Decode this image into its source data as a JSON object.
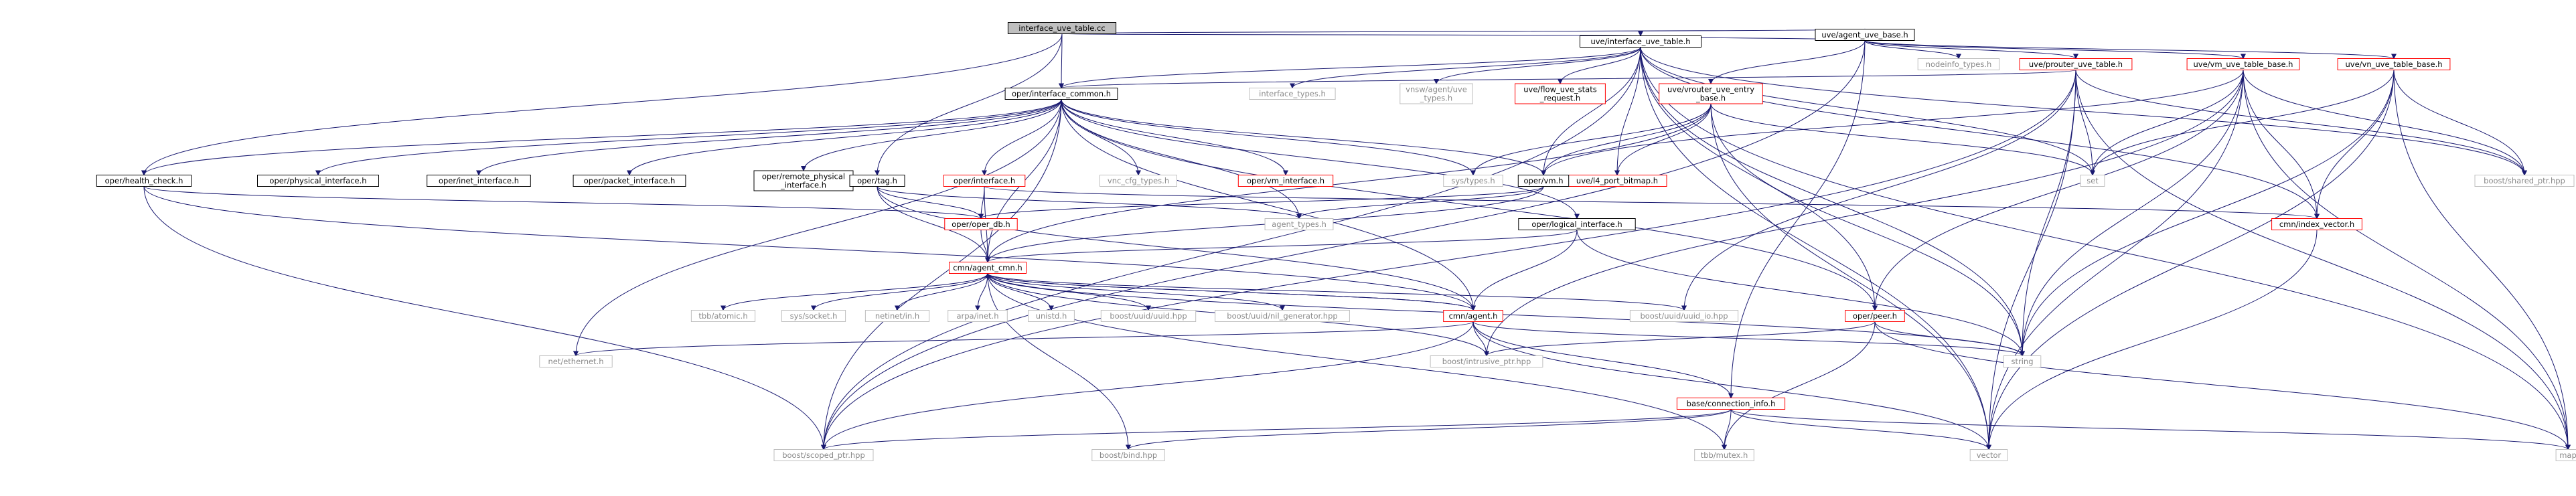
{
  "graph": {
    "title": "interface_uve_table.cc",
    "nodes": [
      {
        "id": "root",
        "label": "interface_uve_table.cc",
        "style": "root"
      },
      {
        "id": "agent_uve_base",
        "label": "uve/agent_uve_base.h",
        "style": "normal"
      },
      {
        "id": "iface_uve_table_h",
        "label": "uve/interface_uve_table.h",
        "style": "normal"
      },
      {
        "id": "nodeinfo",
        "label": "nodeinfo_types.h",
        "style": "plain"
      },
      {
        "id": "prouter_uve",
        "label": "uve/prouter_uve_table.h",
        "style": "red"
      },
      {
        "id": "vm_uve_base",
        "label": "uve/vm_uve_table_base.h",
        "style": "red"
      },
      {
        "id": "vn_uve_base",
        "label": "uve/vn_uve_table_base.h",
        "style": "red"
      },
      {
        "id": "vrouter_uve_entry",
        "label": [
          "uve/vrouter_uve_entry",
          "_base.h"
        ],
        "style": "red"
      },
      {
        "id": "oper_iface_common",
        "label": "oper/interface_common.h",
        "style": "normal"
      },
      {
        "id": "iface_types",
        "label": "interface_types.h",
        "style": "plain"
      },
      {
        "id": "vnsw_agent_uve",
        "label": [
          "vnsw/agent/uve",
          "_types.h"
        ],
        "style": "plain"
      },
      {
        "id": "flow_uve_stats",
        "label": [
          "uve/flow_uve_stats",
          "_request.h"
        ],
        "style": "red"
      },
      {
        "id": "l4_port_bitmap",
        "label": "uve/l4_port_bitmap.h",
        "style": "red"
      },
      {
        "id": "set",
        "label": "set",
        "style": "plain"
      },
      {
        "id": "shared_ptr",
        "label": "boost/shared_ptr.hpp",
        "style": "plain"
      },
      {
        "id": "health_check",
        "label": "oper/health_check.h",
        "style": "normal"
      },
      {
        "id": "physical_iface",
        "label": "oper/physical_interface.h",
        "style": "normal"
      },
      {
        "id": "inet_iface",
        "label": "oper/inet_interface.h",
        "style": "normal"
      },
      {
        "id": "packet_iface",
        "label": "oper/packet_interface.h",
        "style": "normal"
      },
      {
        "id": "remote_physical",
        "label": [
          "oper/remote_physical",
          "_interface.h"
        ],
        "style": "normal"
      },
      {
        "id": "oper_tag",
        "label": "oper/tag.h",
        "style": "normal"
      },
      {
        "id": "oper_interface",
        "label": "oper/interface.h",
        "style": "red"
      },
      {
        "id": "vnc_cfg",
        "label": "vnc_cfg_types.h",
        "style": "plain"
      },
      {
        "id": "vm_interface",
        "label": "oper/vm_interface.h",
        "style": "red"
      },
      {
        "id": "sys_types",
        "label": "sys/types.h",
        "style": "plain"
      },
      {
        "id": "oper_vm",
        "label": "oper/vm.h",
        "style": "normal"
      },
      {
        "id": "index_vector",
        "label": "cmn/index_vector.h",
        "style": "red"
      },
      {
        "id": "oper_db",
        "label": "oper/oper_db.h",
        "style": "red"
      },
      {
        "id": "agent_types",
        "label": "agent_types.h",
        "style": "plain"
      },
      {
        "id": "logical_iface",
        "label": "oper/logical_interface.h",
        "style": "normal"
      },
      {
        "id": "agent_cmn",
        "label": "cmn/agent_cmn.h",
        "style": "red"
      },
      {
        "id": "tbb_atomic",
        "label": "tbb/atomic.h",
        "style": "plain"
      },
      {
        "id": "sys_socket",
        "label": "sys/socket.h",
        "style": "plain"
      },
      {
        "id": "netinet_in",
        "label": "netinet/in.h",
        "style": "plain"
      },
      {
        "id": "arpa_inet",
        "label": "arpa/inet.h",
        "style": "plain"
      },
      {
        "id": "unistd",
        "label": "unistd.h",
        "style": "plain"
      },
      {
        "id": "uuid_hpp",
        "label": "boost/uuid/uuid.hpp",
        "style": "plain"
      },
      {
        "id": "nil_gen",
        "label": "boost/uuid/nil_generator.hpp",
        "style": "plain"
      },
      {
        "id": "cmn_agent",
        "label": "cmn/agent.h",
        "style": "red"
      },
      {
        "id": "uuid_io",
        "label": "boost/uuid/uuid_io.hpp",
        "style": "plain"
      },
      {
        "id": "oper_peer",
        "label": "oper/peer.h",
        "style": "red"
      },
      {
        "id": "net_ethernet",
        "label": "net/ethernet.h",
        "style": "plain"
      },
      {
        "id": "intrusive_ptr",
        "label": "boost/intrusive_ptr.hpp",
        "style": "plain"
      },
      {
        "id": "conn_info",
        "label": "base/connection_info.h",
        "style": "red"
      },
      {
        "id": "string",
        "label": "string",
        "style": "plain"
      },
      {
        "id": "scoped_ptr",
        "label": "boost/scoped_ptr.hpp",
        "style": "plain"
      },
      {
        "id": "bind",
        "label": "boost/bind.hpp",
        "style": "plain"
      },
      {
        "id": "tbb_mutex",
        "label": "tbb/mutex.h",
        "style": "plain"
      },
      {
        "id": "vector",
        "label": "vector",
        "style": "plain"
      },
      {
        "id": "map",
        "label": "map",
        "style": "plain"
      }
    ],
    "edges": [
      [
        "root",
        "agent_uve_base"
      ],
      [
        "root",
        "iface_uve_table_h"
      ],
      [
        "root",
        "oper_iface_common"
      ],
      [
        "root",
        "oper_tag"
      ],
      [
        "root",
        "health_check"
      ],
      [
        "agent_uve_base",
        "iface_uve_table_h"
      ],
      [
        "agent_uve_base",
        "nodeinfo"
      ],
      [
        "agent_uve_base",
        "prouter_uve"
      ],
      [
        "agent_uve_base",
        "vm_uve_base"
      ],
      [
        "agent_uve_base",
        "vn_uve_base"
      ],
      [
        "agent_uve_base",
        "vrouter_uve_entry"
      ],
      [
        "agent_uve_base",
        "conn_info"
      ],
      [
        "agent_uve_base",
        "scoped_ptr"
      ],
      [
        "iface_uve_table_h",
        "oper_iface_common"
      ],
      [
        "iface_uve_table_h",
        "iface_types"
      ],
      [
        "iface_uve_table_h",
        "vnsw_agent_uve"
      ],
      [
        "iface_uve_table_h",
        "flow_uve_stats"
      ],
      [
        "iface_uve_table_h",
        "l4_port_bitmap"
      ],
      [
        "iface_uve_table_h",
        "set"
      ],
      [
        "iface_uve_table_h",
        "shared_ptr"
      ],
      [
        "iface_uve_table_h",
        "index_vector"
      ],
      [
        "iface_uve_table_h",
        "string"
      ],
      [
        "iface_uve_table_h",
        "vector"
      ],
      [
        "iface_uve_table_h",
        "map"
      ],
      [
        "iface_uve_table_h",
        "oper_vm"
      ],
      [
        "iface_uve_table_h",
        "oper_peer"
      ],
      [
        "iface_uve_table_h",
        "scoped_ptr"
      ],
      [
        "prouter_uve",
        "oper_iface_common"
      ],
      [
        "prouter_uve",
        "set"
      ],
      [
        "prouter_uve",
        "string"
      ],
      [
        "prouter_uve",
        "map"
      ],
      [
        "prouter_uve",
        "vector"
      ],
      [
        "prouter_uve",
        "shared_ptr"
      ],
      [
        "prouter_uve",
        "uuid_io"
      ],
      [
        "prouter_uve",
        "scoped_ptr"
      ],
      [
        "vm_uve_base",
        "set"
      ],
      [
        "vm_uve_base",
        "string"
      ],
      [
        "vm_uve_base",
        "oper_vm"
      ],
      [
        "vm_uve_base",
        "index_vector"
      ],
      [
        "vm_uve_base",
        "shared_ptr"
      ],
      [
        "vm_uve_base",
        "oper_peer"
      ],
      [
        "vm_uve_base",
        "vector"
      ],
      [
        "vm_uve_base",
        "map"
      ],
      [
        "vm_uve_base",
        "intrusive_ptr"
      ],
      [
        "vn_uve_base",
        "set"
      ],
      [
        "vn_uve_base",
        "string"
      ],
      [
        "vn_uve_base",
        "index_vector"
      ],
      [
        "vn_uve_base",
        "vector"
      ],
      [
        "vn_uve_base",
        "map"
      ],
      [
        "vn_uve_base",
        "shared_ptr"
      ],
      [
        "vrouter_uve_entry",
        "set"
      ],
      [
        "vrouter_uve_entry",
        "string"
      ],
      [
        "vrouter_uve_entry",
        "vector"
      ],
      [
        "vrouter_uve_entry",
        "l4_port_bitmap"
      ],
      [
        "vrouter_uve_entry",
        "sys_types"
      ],
      [
        "vrouter_uve_entry",
        "agent_cmn"
      ],
      [
        "vrouter_uve_entry",
        "oper_vm"
      ],
      [
        "oper_iface_common",
        "health_check"
      ],
      [
        "oper_iface_common",
        "physical_iface"
      ],
      [
        "oper_iface_common",
        "inet_iface"
      ],
      [
        "oper_iface_common",
        "packet_iface"
      ],
      [
        "oper_iface_common",
        "remote_physical"
      ],
      [
        "oper_iface_common",
        "oper_interface"
      ],
      [
        "oper_iface_common",
        "vnc_cfg"
      ],
      [
        "oper_iface_common",
        "vm_interface"
      ],
      [
        "oper_iface_common",
        "sys_types"
      ],
      [
        "oper_iface_common",
        "oper_vm"
      ],
      [
        "oper_iface_common",
        "logical_iface"
      ],
      [
        "oper_iface_common",
        "agent_cmn"
      ],
      [
        "oper_iface_common",
        "cmn_agent"
      ],
      [
        "oper_iface_common",
        "agent_types"
      ],
      [
        "oper_iface_common",
        "net_ethernet"
      ],
      [
        "oper_iface_common",
        "scoped_ptr"
      ],
      [
        "oper_iface_common",
        "oper_peer"
      ],
      [
        "health_check",
        "oper_db"
      ],
      [
        "health_check",
        "cmn_agent"
      ],
      [
        "health_check",
        "scoped_ptr"
      ],
      [
        "oper_tag",
        "oper_db"
      ],
      [
        "oper_tag",
        "agent_cmn"
      ],
      [
        "oper_tag",
        "agent_types"
      ],
      [
        "oper_tag",
        "cmn_agent"
      ],
      [
        "oper_interface",
        "oper_db"
      ],
      [
        "oper_interface",
        "index_vector"
      ],
      [
        "oper_interface",
        "agent_cmn"
      ],
      [
        "oper_vm",
        "agent_types"
      ],
      [
        "oper_vm",
        "oper_db"
      ],
      [
        "oper_vm",
        "agent_cmn"
      ],
      [
        "oper_db",
        "agent_cmn"
      ],
      [
        "logical_iface",
        "agent_cmn"
      ],
      [
        "logical_iface",
        "cmn_agent"
      ],
      [
        "logical_iface",
        "string"
      ],
      [
        "index_vector",
        "vector"
      ],
      [
        "agent_cmn",
        "tbb_atomic"
      ],
      [
        "agent_cmn",
        "sys_socket"
      ],
      [
        "agent_cmn",
        "netinet_in"
      ],
      [
        "agent_cmn",
        "arpa_inet"
      ],
      [
        "agent_cmn",
        "unistd"
      ],
      [
        "agent_cmn",
        "uuid_hpp"
      ],
      [
        "agent_cmn",
        "nil_gen"
      ],
      [
        "agent_cmn",
        "cmn_agent"
      ],
      [
        "agent_cmn",
        "uuid_io"
      ],
      [
        "agent_cmn",
        "intrusive_ptr"
      ],
      [
        "agent_cmn",
        "bind"
      ],
      [
        "agent_cmn",
        "tbb_mutex"
      ],
      [
        "agent_cmn",
        "string"
      ],
      [
        "cmn_agent",
        "net_ethernet"
      ],
      [
        "cmn_agent",
        "intrusive_ptr"
      ],
      [
        "cmn_agent",
        "conn_info"
      ],
      [
        "cmn_agent",
        "string"
      ],
      [
        "cmn_agent",
        "vector"
      ],
      [
        "cmn_agent",
        "scoped_ptr"
      ],
      [
        "cmn_agent",
        "agent_cmn"
      ],
      [
        "oper_peer",
        "string"
      ],
      [
        "oper_peer",
        "tbb_mutex"
      ],
      [
        "oper_peer",
        "intrusive_ptr"
      ],
      [
        "oper_peer",
        "map"
      ],
      [
        "conn_info",
        "scoped_ptr"
      ],
      [
        "conn_info",
        "bind"
      ],
      [
        "conn_info",
        "tbb_mutex"
      ],
      [
        "conn_info",
        "map"
      ],
      [
        "conn_info",
        "vector"
      ]
    ]
  },
  "colors": {
    "edge": "#191970",
    "node_border_normal": "#000000",
    "node_border_red": "#ff0000",
    "node_border_plain": "#bfbfbf",
    "root_fill": "#bfbfbf",
    "text_plain": "#8a8a8a"
  }
}
